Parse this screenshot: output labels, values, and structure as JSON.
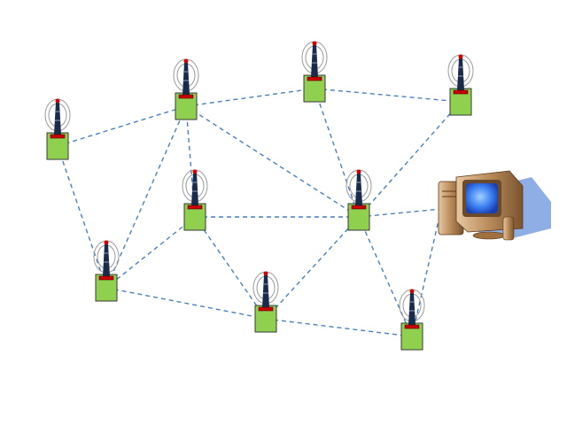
{
  "diagram": {
    "type": "wireless-sensor-network",
    "colors": {
      "link": "#4a7fc1",
      "node_fill": "#8fd14f",
      "node_border": "#3a3a3a",
      "antenna_body": "#1a2a4a",
      "antenna_tip": "#cc0000",
      "antenna_base": "#cc0000",
      "monitor_screen": "#3a7df0",
      "computer_body": "#b88a5a",
      "shadow": "#7aa0e0"
    },
    "nodes": [
      {
        "id": "n1",
        "icon": "sensor-node-icon"
      },
      {
        "id": "n2",
        "icon": "sensor-node-icon"
      },
      {
        "id": "n3",
        "icon": "sensor-node-icon"
      },
      {
        "id": "n4",
        "icon": "sensor-node-icon"
      },
      {
        "id": "n5",
        "icon": "sensor-node-icon"
      },
      {
        "id": "n6",
        "icon": "sensor-node-icon"
      },
      {
        "id": "n7",
        "icon": "sensor-node-icon"
      },
      {
        "id": "n8",
        "icon": "sensor-node-icon"
      },
      {
        "id": "n9",
        "icon": "sensor-node-icon"
      },
      {
        "id": "n10",
        "icon": "sensor-node-icon"
      }
    ],
    "gateway": {
      "id": "pc",
      "icon": "desktop-computer-icon"
    },
    "links": [
      [
        "n1",
        "n2"
      ],
      [
        "n2",
        "n3"
      ],
      [
        "n3",
        "n4"
      ],
      [
        "n1",
        "n5"
      ],
      [
        "n2",
        "n5"
      ],
      [
        "n2",
        "n6"
      ],
      [
        "n2",
        "n7"
      ],
      [
        "n3",
        "n7"
      ],
      [
        "n4",
        "n7"
      ],
      [
        "n6",
        "n7"
      ],
      [
        "n6",
        "n5"
      ],
      [
        "n6",
        "n8"
      ],
      [
        "n5",
        "n8"
      ],
      [
        "n7",
        "n8"
      ],
      [
        "n7",
        "n9"
      ],
      [
        "n8",
        "n9"
      ],
      [
        "n7",
        "pc"
      ],
      [
        "n9",
        "pc"
      ]
    ]
  }
}
